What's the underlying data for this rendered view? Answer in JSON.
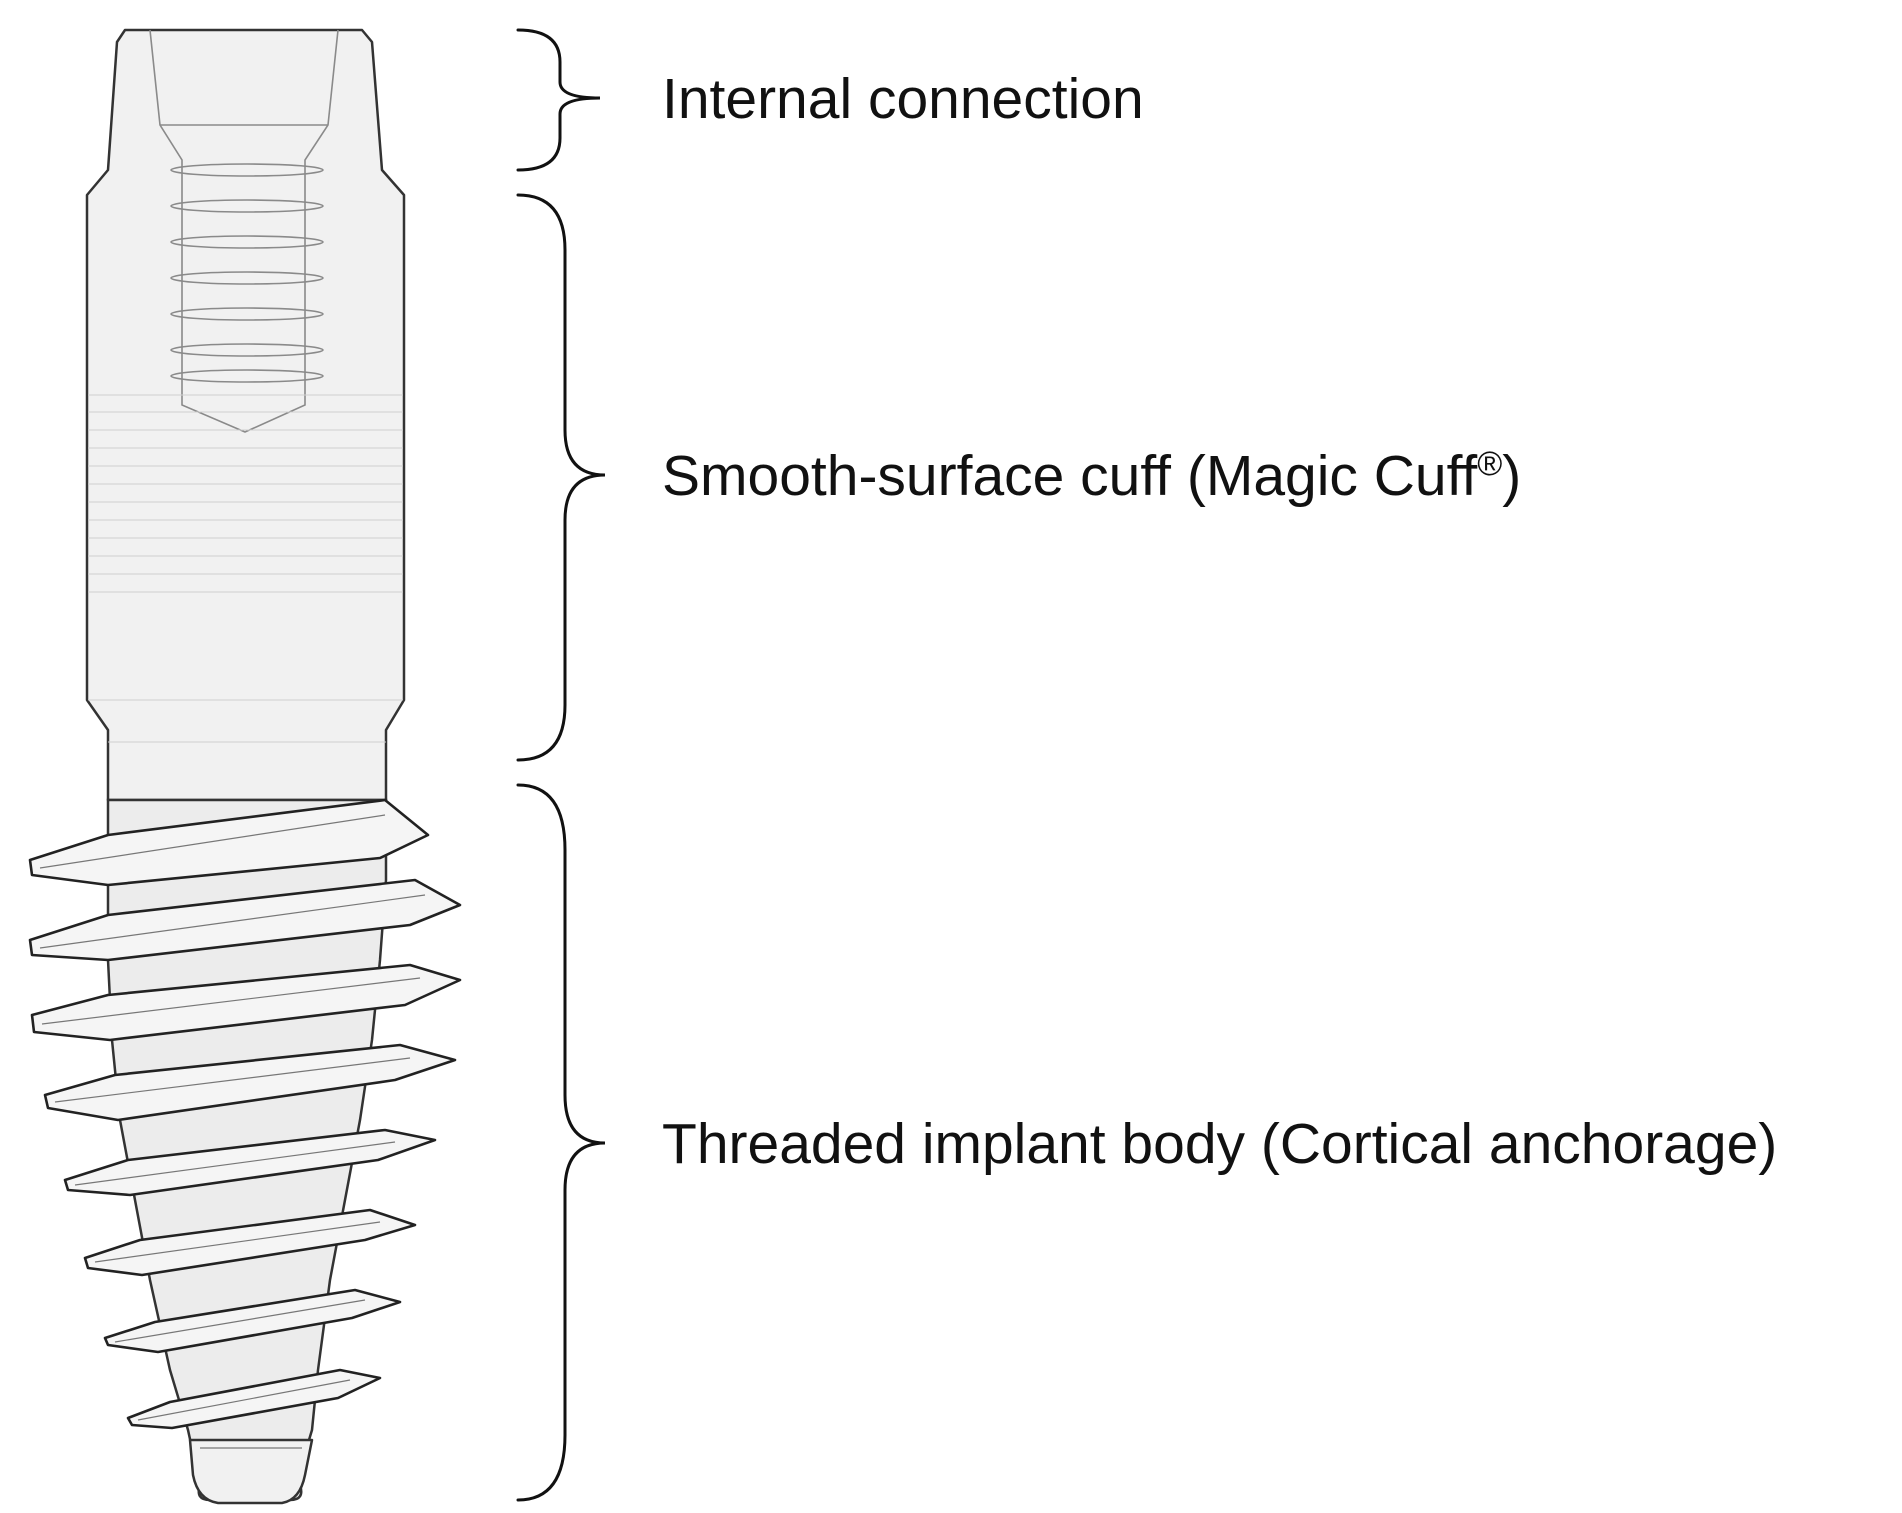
{
  "labels": {
    "internal_connection": "Internal connection",
    "cuff_main": "Smooth-surface cuff (Magic Cuff",
    "cuff_registered": "®",
    "cuff_close": ")",
    "threaded_body": "Threaded implant body (Cortical anchorage)"
  },
  "colors": {
    "text": "#111111",
    "implant_fill": "#f1f1f1",
    "implant_outline": "#222222"
  }
}
